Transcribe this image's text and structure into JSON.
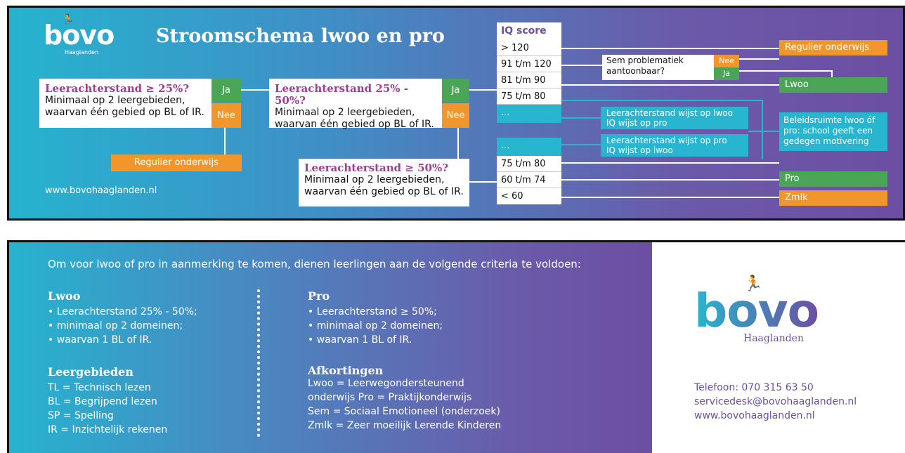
{
  "header": {
    "logo_text": "bovo",
    "logo_sub": "Haaglanden",
    "title": "Stroomschema lwoo en pro",
    "website": "www.bovohaaglanden.nl"
  },
  "flow": {
    "box1_title": "Leerachterstand ≥ 25%?",
    "box1_line1": "Minimaal op 2 leergebieden,",
    "box1_line2": "waarvan één gebied op BL of IR.",
    "box2_title": "Leerachterstand 25% - 50%?",
    "box2_line1": "Minimaal op 2 leergebieden,",
    "box2_line2": "waarvan één gebied op BL of IR.",
    "box3_title": "Leerachterstand ≥ 50%?",
    "box3_line1": "Minimaal op 2 leergebieden,",
    "box3_line2": "waarvan één gebied op BL of IR.",
    "ja": "Ja",
    "nee": "Nee",
    "regulier_bottom": "Regulier onderwijs",
    "iq_title": "IQ score",
    "iq_top": [
      "> 120",
      "91 t/m 120",
      "81 t/m 90",
      "75 t/m 80",
      "..."
    ],
    "iq_bottom": [
      "...",
      "75 t/m 80",
      "60 t/m 74",
      "< 60"
    ],
    "sem_line1": "Sem problematiek",
    "sem_line2": "aantoonbaar?",
    "sem_nee": "Nee",
    "sem_ja": "Ja",
    "cyan1_line1": "Leerachterstand wijst op lwoo",
    "cyan1_line2": "IQ wijst op pro",
    "cyan2_line1": "Leerachterstand wijst op pro",
    "cyan2_line2": "IQ wijst op lwoo",
    "beleid_line1": "Beleidsruimte lwoo óf",
    "beleid_line2": "pro: school geeft een",
    "beleid_line3": "gedegen motivering",
    "out_regulier": "Regulier onderwijs",
    "out_lwoo": "Lwoo",
    "out_pro": "Pro",
    "out_zmlk": "Zmlk"
  },
  "criteria": {
    "intro": "Om voor lwoo of pro in aanmerking te komen, dienen leerlingen aan de volgende criteria te voldoen:",
    "lwoo_heading": "Lwoo",
    "lwoo_items": [
      "• Leerachterstand 25% - 50%;",
      "• minimaal op 2 domeinen;",
      "• waarvan 1 BL of IR."
    ],
    "pro_heading": "Pro",
    "pro_items": [
      "• Leerachterstand ≥ 50%;",
      "• minimaal op 2 domeinen;",
      "• waarvan 1 BL of IR."
    ],
    "leer_heading": "Leergebieden",
    "leer_items": [
      "TL  =  Technisch lezen",
      "BL  =  Begrijpend lezen",
      "SP  =  Spelling",
      "IR   =  Inzichtelijk rekenen"
    ],
    "afk_heading": "Afkortingen",
    "afk_items": [
      "Lwoo =    Leerwegondersteunend",
      "onderwijs Pro    =    Praktijkonderwijs",
      "Sem   =    Sociaal Emotioneel (onderzoek)",
      "Zmlk  =    Zeer moeilijk Lerende Kinderen"
    ]
  },
  "contact": {
    "logo_text": "bovo",
    "logo_sub": "Haaglanden",
    "phone": "Telefoon: 070 315 63 50",
    "email": "servicedesk@bovohaaglanden.nl",
    "web": "www.bovohaaglanden.nl"
  },
  "colors": {
    "cyan": "#27b5cf",
    "purple": "#6c4ea2",
    "green": "#4aa656",
    "orange": "#f0962a",
    "title_purple": "#a13c96"
  }
}
